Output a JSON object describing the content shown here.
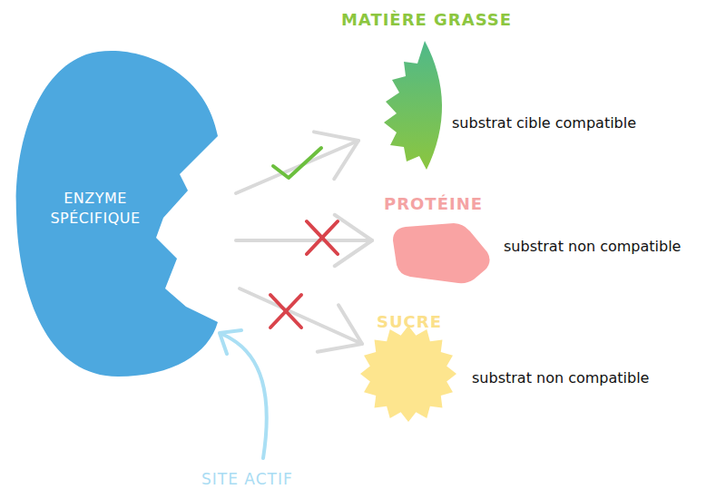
{
  "diagram": {
    "nodes": [
      {
        "text": [
          "ENZYME SPÉCIFIQUE"
        ]
      },
      {
        "text": [
          "MATIÈRE GRASSE",
          "substrat cible compatible"
        ]
      },
      {
        "text": [
          "PROTÉINE",
          "substrat non compatible"
        ]
      },
      {
        "text": [
          "SUCRE",
          "substrat non compatible"
        ]
      }
    ],
    "edges": [
      {
        "from": 0,
        "to": 1,
        "arrow": "to"
      },
      {
        "from": 0,
        "to": 2,
        "arrow": "to"
      },
      {
        "from": 0,
        "to": 3,
        "arrow": "to"
      }
    ],
    "labels": [
      "SITE ACTIF"
    ]
  }
}
